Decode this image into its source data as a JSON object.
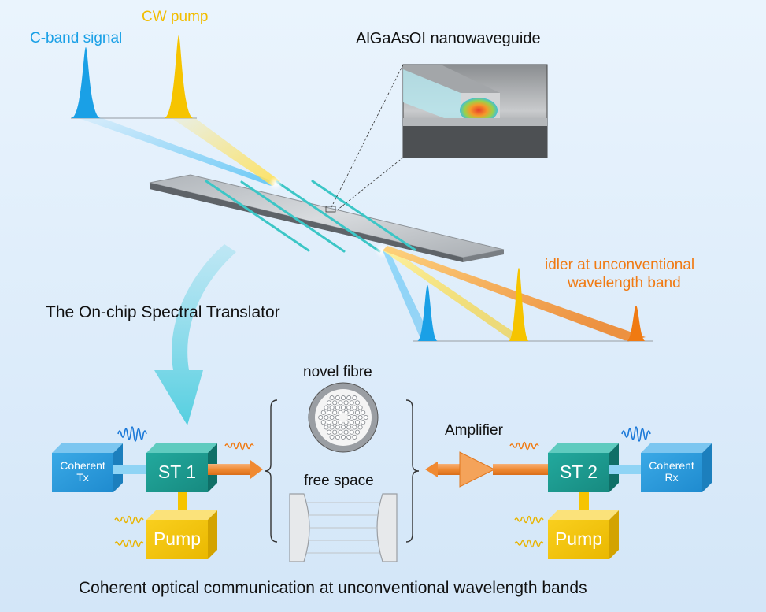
{
  "top_labels": {
    "signal": "C-band signal",
    "pump": "CW pump",
    "waveguide": "AlGaAsOI nanowaveguide",
    "idler_line1": "idler at unconventional",
    "idler_line2": "wavelength band",
    "translator": "The On-chip Spectral Translator"
  },
  "system": {
    "novel_fibre": "novel fibre",
    "free_space": "free space",
    "amplifier": "Amplifier",
    "tx_line1": "Coherent",
    "tx_line2": "Tx",
    "rx_line1": "Coherent",
    "rx_line2": "Rx",
    "st1": "ST 1",
    "st2": "ST 2",
    "pump_left": "Pump",
    "pump_right": "Pump"
  },
  "caption": "Coherent optical communication at unconventional wavelength bands",
  "colors": {
    "background": "#dcecfb",
    "signal_blue": "#1aa0e6",
    "pump_yellow": "#f6c400",
    "idler_orange": "#f07a12",
    "st_teal": "#1a9f95",
    "box_blue": "#2b9fe0"
  }
}
